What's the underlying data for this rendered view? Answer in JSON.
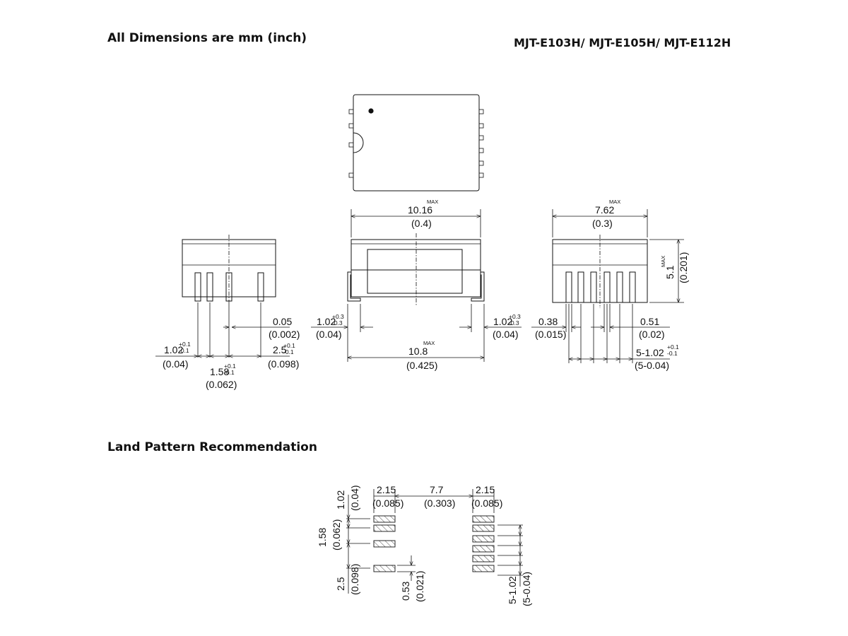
{
  "headers": {
    "units_note": "All Dimensions are mm (inch)",
    "part_numbers": "MJT-E103H/ MJT-E105H/ MJT-E112H",
    "land_pattern_title": "Land Pattern Recommendation"
  },
  "package": {
    "width_max": "10.16",
    "width_max_in": "(0.4)",
    "depth_max": "7.62",
    "depth_max_in": "(0.3)",
    "height_max": "5.1",
    "height_max_in": "(0.201)",
    "span_max": "10.8",
    "span_max_in": "(0.425)",
    "max": "MAX",
    "lead_left": "1.02",
    "lead_left_in": "(0.04)",
    "lead_right": "1.02",
    "lead_right_in": "(0.04)",
    "tol_p03": "+0.3",
    "tol_m03": "-0.3",
    "standoff": "0.05",
    "standoff_in": "(0.002)",
    "pitch_a": "1.02",
    "pitch_a_in": "(0.04)",
    "pitch_b": "1.58",
    "pitch_b_in": "(0.062)",
    "pitch_c": "2.5",
    "pitch_c_in": "(0.098)",
    "tol_p01": "+0.1",
    "tol_m01": "-0.1",
    "lead_thk": "0.38",
    "lead_thk_in": "(0.015)",
    "lead_w": "0.51",
    "lead_w_in": "(0.02)",
    "pitch_5": "5-1.02",
    "pitch_5_in": "(5-0.04)"
  },
  "land": {
    "pad_len": "2.15",
    "pad_len_in": "(0.085)",
    "gap": "7.7",
    "gap_in": "(0.303)",
    "pad_len_r": "2.15",
    "pad_len_r_in": "(0.085)",
    "p1": "1.02",
    "p1_in": "(0.04)",
    "p2": "1.58",
    "p2_in": "(0.062)",
    "p3": "2.5",
    "p3_in": "(0.098)",
    "pad_w": "0.53",
    "pad_w_in": "(0.021)",
    "p5": "5-1.02",
    "p5_in": "(5-0.04)"
  }
}
